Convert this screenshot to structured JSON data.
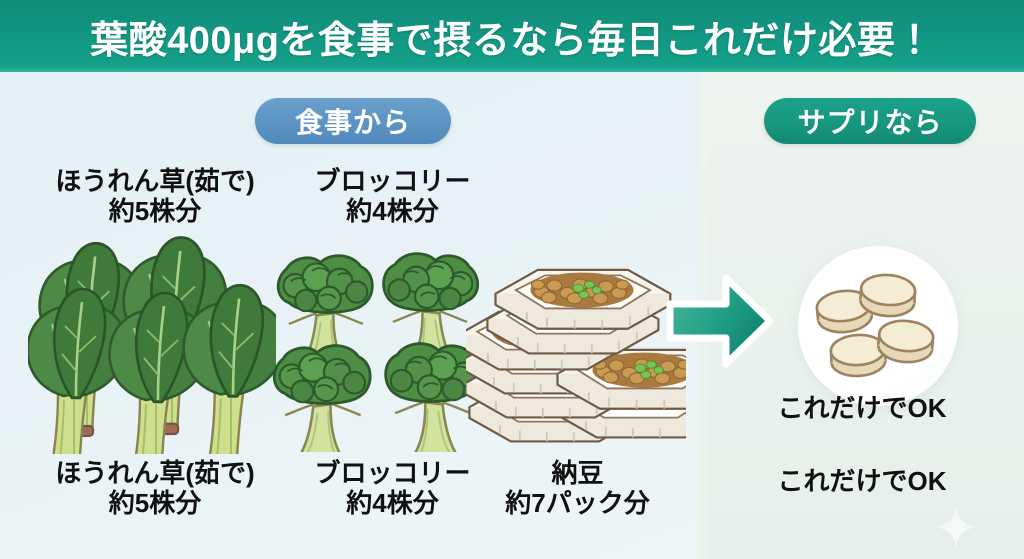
{
  "header": {
    "title": "葉酸400μgを食事で摂るなら毎日これだけ必要！",
    "background_color": "#129582",
    "text_color": "#ffffff"
  },
  "panels": {
    "left": {
      "name": "食事から",
      "background_color": "#e9f3f6",
      "badge": {
        "label": "食事から",
        "color": "#5b93c4",
        "text_color": "#ffffff"
      }
    },
    "right": {
      "name": "サプリなら",
      "background_color": "#e9f1ec",
      "badge": {
        "label": "サプリなら",
        "color": "#17977e",
        "text_color": "#ffffff"
      }
    }
  },
  "food_items": [
    {
      "id": "spinach",
      "icon": "spinach-icon",
      "label_line1": "ほうれん草(茹で)",
      "label_line2": "約5株分",
      "amount_number": 5,
      "amount_unit": "株分",
      "top_label_line1": "ほうれん草(茹で)",
      "top_label_line2": "約5株分"
    },
    {
      "id": "broccoli",
      "icon": "broccoli-icon",
      "label_line1": "ブロッコリー",
      "label_line2": "約4株分",
      "amount_number": 4,
      "amount_unit": "株分",
      "top_label_line1": "ブロッコリー",
      "top_label_line2": "約4株分"
    },
    {
      "id": "natto",
      "icon": "natto-icon",
      "label_line1": "納豆",
      "label_line2": "約7パック分",
      "amount_number": 7,
      "amount_unit": "パック分"
    }
  ],
  "arrow": {
    "icon": "arrow-right-icon",
    "color_start": "#3fae96",
    "color_end": "#0f8b76"
  },
  "supplement": {
    "icon": "supplement-tablets-icon",
    "tablet_count": 4,
    "tablet_color": "#f2e7cf",
    "circle_color": "#ffffff",
    "caption_primary": "これだけでOK",
    "caption_secondary": "これだけでOK"
  },
  "decoration": {
    "sparkle_icon": "sparkle-icon",
    "sparkle_color": "#ffffff"
  }
}
